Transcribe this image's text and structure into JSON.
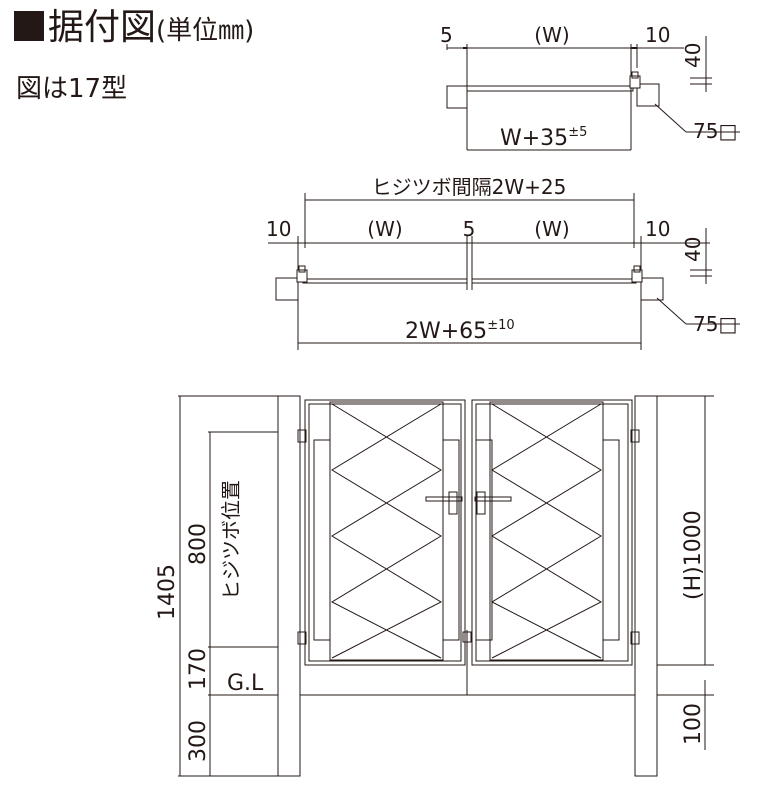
{
  "header": {
    "title": "据付図",
    "unit": "(単位㎜)",
    "model_note": "図は17型"
  },
  "top_plan": {
    "dim_left": "5",
    "dim_width": "(W)",
    "dim_right": "10",
    "dim_depth": "40",
    "overall": "W+35",
    "overall_tol": "±5",
    "post_size": "75□"
  },
  "double_plan": {
    "hinge_spacing": "ヒジツボ間隔2W+25",
    "dim_left": "10",
    "dim_w_left": "(W)",
    "dim_center": "5",
    "dim_w_right": "(W)",
    "dim_right": "10",
    "dim_depth": "40",
    "overall": "2W+65",
    "overall_tol": "±10",
    "post_size": "75□"
  },
  "elevation": {
    "total_height": "1405",
    "hinge_pos": "800",
    "hinge_label": "ヒジツボ位置",
    "above_gl": "170",
    "gl_label": "G.L",
    "embed": "300",
    "gate_height": "(H)1000",
    "clearance": "100"
  }
}
